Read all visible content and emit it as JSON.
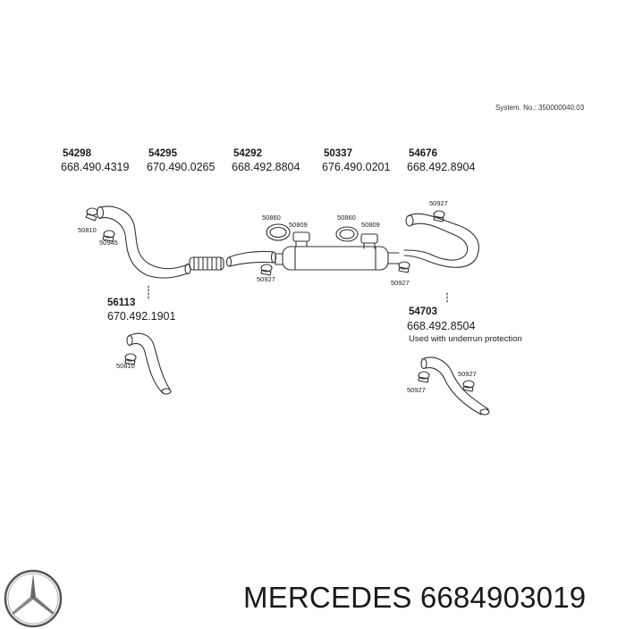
{
  "system_number": "System. No.: 350000040.03",
  "parts": [
    {
      "code": "54298",
      "number": "668.490.4319"
    },
    {
      "code": "54295",
      "number": "670.490.0265"
    },
    {
      "code": "54292",
      "number": "668.492.8804"
    },
    {
      "code": "50337",
      "number": "676.490.0201"
    },
    {
      "code": "54676",
      "number": "668.492.8904"
    },
    {
      "code": "56113",
      "number": "670.492.1901"
    },
    {
      "code": "54703",
      "number": "668.492.8504",
      "note": "Used with underrun protection"
    }
  ],
  "callouts": {
    "c50810a": "50810",
    "c50945": "50945",
    "c50860a": "50860",
    "c50809a": "50809",
    "c50927a": "50927",
    "c50860b": "50860",
    "c50809b": "50809",
    "c50927b": "50927",
    "c50927c": "50927",
    "c50810b": "50810",
    "c50927d": "50927",
    "c50927e": "50927"
  },
  "footer": {
    "brand": "MERCEDES",
    "part_number": "6684903019"
  },
  "colors": {
    "line": "#333333",
    "text": "#1a1a1a"
  },
  "icons": [
    "mercedes-star-logo"
  ]
}
